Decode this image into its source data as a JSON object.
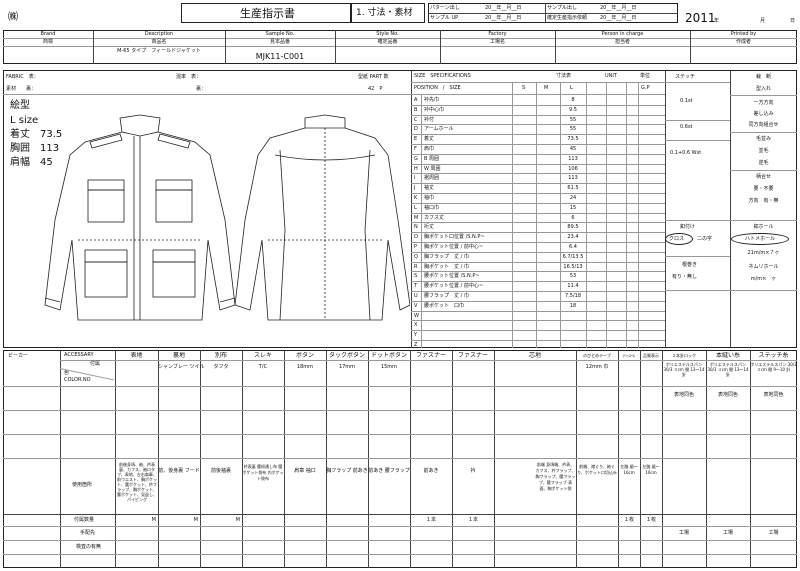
{
  "header": {
    "company_mark": "㈱",
    "title": "生産指示書",
    "section": "1. 寸法・素材",
    "pattern_label": "パターン出し",
    "sample_up_label": "サンプル UP",
    "sample_out_label": "サンプル出し",
    "confirm_label": "確定生産指示依頼",
    "date_fragment_1": "20__年__月__日",
    "date_fragment_2": "20__年__月__日",
    "date_fragment_3": "20__年__月__日",
    "date_fragment_4": "20__年__月__日",
    "year": "2011",
    "year_suffix": "年",
    "month_suffix": "月",
    "day_suffix": "日"
  },
  "info_row": {
    "columns": [
      {
        "en": "Brand",
        "jp": "商標",
        "value": ""
      },
      {
        "en": "Description",
        "jp": "商品名",
        "value": "M-65 タイプ　フィールドジャケット"
      },
      {
        "en": "Sample No.",
        "jp": "見本品番",
        "value": "MJK11-C001"
      },
      {
        "en": "Style No.",
        "jp": "確定品番",
        "value": ""
      },
      {
        "en": "Factory",
        "jp": "工場名",
        "value": ""
      },
      {
        "en": "Person in charge",
        "jp": "担当者",
        "value": ""
      },
      {
        "en": "Printed by",
        "jp": "作成者",
        "value": ""
      }
    ]
  },
  "fabric": {
    "fabric_label": "FABRIC　表：",
    "material_label": "素材　　裏：",
    "mix_label": "混率　表：",
    "mix_back_label": "裏：",
    "part_label": "型紙 PART 数",
    "part_value": "42　P"
  },
  "sketch_notes": {
    "title": "絵型",
    "size": "L size",
    "lines": [
      {
        "label": "着丈",
        "value": "73.5"
      },
      {
        "label": "胸囲",
        "value": "113"
      },
      {
        "label": "肩幅",
        "value": "45"
      }
    ]
  },
  "size_spec": {
    "title": "SIZE　SPECIFICATIONS",
    "unit_title": "寸法表",
    "unit_label": "UNIT",
    "unit2_label": "単位",
    "position_label": "POSITION　/　SIZE",
    "size_s": "S",
    "size_m": "M",
    "size_l": "L",
    "gp": "G.P",
    "rows": [
      {
        "code": "A",
        "name": "衿先巾",
        "value": "8"
      },
      {
        "code": "B",
        "name": "衿中心巾",
        "value": "9.5"
      },
      {
        "code": "C",
        "name": "衿付",
        "value": "55"
      },
      {
        "code": "D",
        "name": "アームホール",
        "value": "55"
      },
      {
        "code": "E",
        "name": "着丈",
        "value": "73.5"
      },
      {
        "code": "F",
        "name": "肩巾",
        "value": "45"
      },
      {
        "code": "G",
        "name": "B 周囲",
        "value": "113"
      },
      {
        "code": "H",
        "name": "W 周囲",
        "value": "106"
      },
      {
        "code": "I",
        "name": "裾周囲",
        "value": "113"
      },
      {
        "code": "J",
        "name": "袖丈",
        "value": "61.5"
      },
      {
        "code": "K",
        "name": "袖巾",
        "value": "24"
      },
      {
        "code": "L",
        "name": "袖口巾",
        "value": "15"
      },
      {
        "code": "M",
        "name": "カフス丈",
        "value": "6"
      },
      {
        "code": "N",
        "name": "裄丈",
        "value": "89.5"
      },
      {
        "code": "O",
        "name": "胸ポケット口位置 /S.N.P~",
        "value": "23.4"
      },
      {
        "code": "P",
        "name": "胸ポケット位置 / 前中心~",
        "value": "6.4"
      },
      {
        "code": "Q",
        "name": "胸フラップ　丈 / 巾",
        "value": "6.7/13.5"
      },
      {
        "code": "R",
        "name": "胸ポケット　丈 / 巾",
        "value": "16.5/13"
      },
      {
        "code": "S",
        "name": "腰ポケット位置 /S.N.P~",
        "value": "53"
      },
      {
        "code": "T",
        "name": "腰ポケット位置 / 前中心~",
        "value": "11.4"
      },
      {
        "code": "U",
        "name": "腰フラップ　丈 / 巾",
        "value": "7.5/18"
      },
      {
        "code": "V",
        "name": "腰ポケット　口巾",
        "value": "18"
      },
      {
        "code": "W",
        "name": "",
        "value": ""
      },
      {
        "code": "X",
        "name": "",
        "value": ""
      },
      {
        "code": "Y",
        "name": "",
        "value": ""
      },
      {
        "code": "Z",
        "name": "",
        "value": ""
      }
    ]
  },
  "stitch": {
    "title": "ステッチ",
    "values": [
      "0.1st",
      "0.6st",
      "0.1+0.6 Wst"
    ],
    "cutting_title": "裁　断",
    "cutting": [
      "型入れ",
      "一方方向",
      "差し込み",
      "同方向組合せ",
      "毛並み",
      "並毛",
      "逆毛",
      "柄合せ",
      "要・不要",
      "方向　有・無"
    ],
    "button_attach_title": "釦付け",
    "button_attach": [
      "クロス",
      "二の字"
    ],
    "button_hole_title": "釦ホール",
    "button_hole": "ハトメホール",
    "hole_size": "21m/m×７ヶ",
    "root_wrap_title": "根巻き",
    "root_wrap": "有り・無し",
    "nemuri": "ネムリホール",
    "nemuri_size": "m/m×　ヶ"
  },
  "accessory": {
    "beaker": "ビーカー",
    "accessory_label": "ACCESSARY",
    "attach_label": "付属",
    "color_label": "色",
    "color_no": "COLOR.NO",
    "headers": [
      "表地",
      "裏地",
      "別布",
      "スレキ",
      "ボタン",
      "タックボタン",
      "ドットボタン",
      "ファスナー",
      "ファスナー",
      "芯地",
      "のびどめテープ",
      "ﾃｨｯｽｰﾑ",
      "品質表示",
      "２本針ロック",
      "本縫い糸",
      "ステッチ糸"
    ],
    "specs": [
      "シャンブレー ツイル",
      "タフタ",
      "T/C",
      "18mm",
      "17mm",
      "15mm",
      "12mm 巾"
    ],
    "thread_spec": [
      "ポリエステルスパン 30/3 ３cm 間 13～14 針",
      "ポリエステルスパン 30/3 ３cm 間 13～14 針",
      "ポリエステルスパン 30/3 ３cm 間 9～10 針"
    ],
    "same_color": [
      "表地同色",
      "表地同色",
      "表地同色"
    ],
    "usage_label": "使用箇所",
    "usage": {
      "omote": "前後身頃、袖、衿表裏、カフス、袖口タブ、表地、左右肩章、前ウエスト、胸ポケット、腰ポケット、衿フラップ、胸ポケット、腰ポケット、見返し、パイピング",
      "ura": "前、後身裏 フード",
      "betsu": "前後袖裏",
      "sureki": "衿表裏 腰紐通し布 腰ポケット袋布 内ポケット袋布",
      "button": "肩章 袖口",
      "tack": "胸フラップ 前あき",
      "dot": "前あき 腰フラップ",
      "zip1": "前あき",
      "zip2": "衿",
      "shinji": "前端 身頃端、衿表、カフス、衿フラップ、胸フラップ、腰フラップ、腰フラップ 表面、胸ポケット袋",
      "tape": "前端、襟ぐり、袖ぐり、ポケット口切込み",
      "label1": "左脇 裾～ 16cm",
      "label2": "左脇 裾～ 16cm"
    },
    "qty_label": "付属数量",
    "qty": [
      "M",
      "M",
      "M",
      "１本",
      "１本",
      "１枚",
      "１枚"
    ],
    "arrange_label": "手配先",
    "arrange": [
      "工場",
      "工場",
      "工場"
    ],
    "check_label": "検査の有無"
  }
}
